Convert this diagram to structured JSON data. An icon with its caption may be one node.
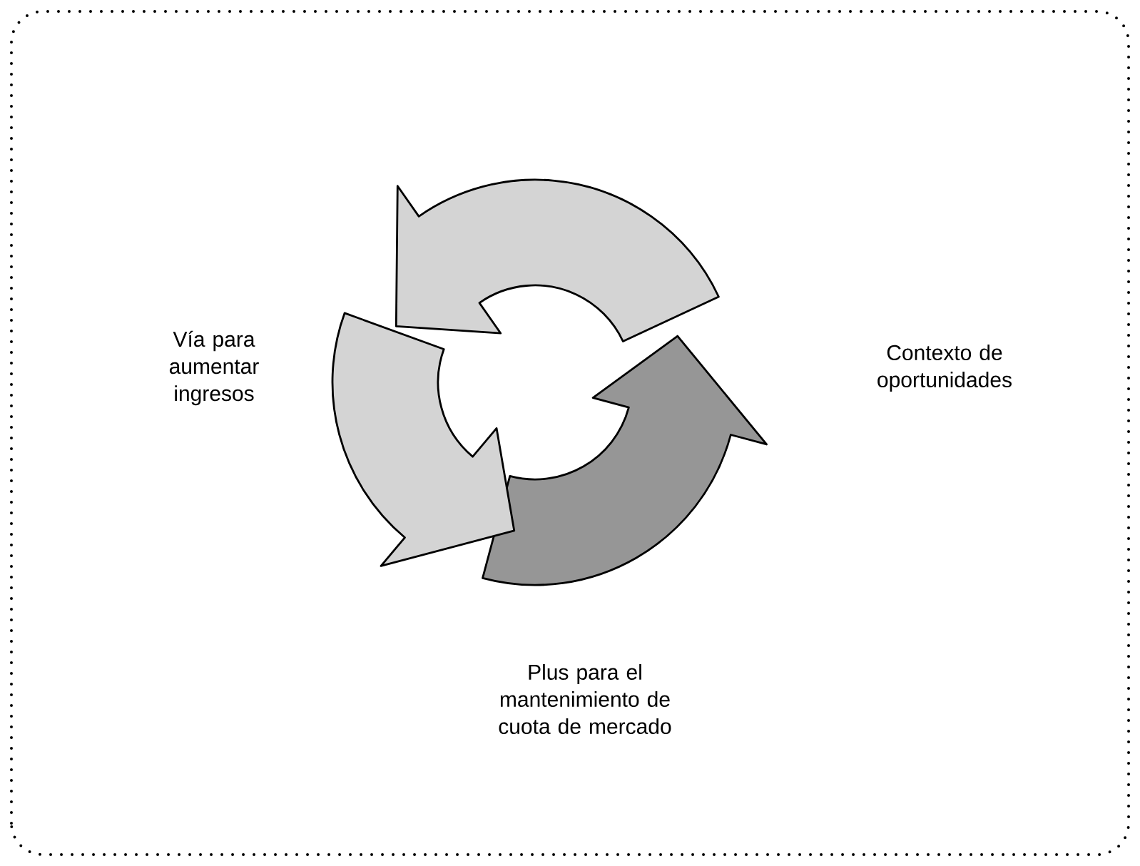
{
  "diagram": {
    "labels": [
      "Vía para aumentar ingresos",
      "Contexto de oportunidades",
      "Plus para el mantenimiento de cuota de mercado"
    ]
  }
}
